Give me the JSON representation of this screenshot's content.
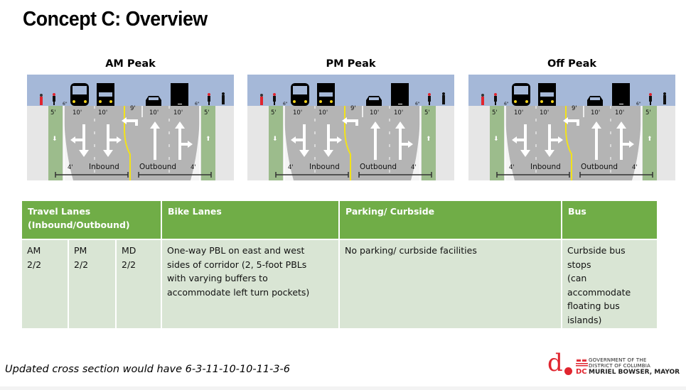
{
  "title": "Concept C: Overview",
  "panels": [
    {
      "label": "AM Peak",
      "dims": {
        "bike": "5'",
        "lane1": "10'",
        "lane2": "10'",
        "turn": "9'",
        "lane3": "10'",
        "lane4": "10'",
        "bike2": "5'",
        "buffer_left": "6\"",
        "buffer_right": "6\"",
        "buffer4_left": "4'",
        "buffer4_right": "4'"
      },
      "dir_inbound": "Inbound",
      "dir_outbound": "Outbound"
    },
    {
      "label": "PM Peak",
      "dims": {
        "bike": "5'",
        "lane1": "10'",
        "lane2": "10'",
        "turn": "9'",
        "lane3": "10'",
        "lane4": "10'",
        "bike2": "5'",
        "buffer_left": "6\"",
        "buffer_right": "6\"",
        "buffer4_left": "4'",
        "buffer4_right": "4'"
      },
      "dir_inbound": "Inbound",
      "dir_outbound": "Outbound"
    },
    {
      "label": "Off Peak",
      "dims": {
        "bike": "5'",
        "lane1": "10'",
        "lane2": "10'",
        "turn": "9'",
        "lane3": "10'",
        "lane4": "10'",
        "bike2": "5'",
        "buffer_left": "6\"",
        "buffer_right": "6\"",
        "buffer4_left": "4'",
        "buffer4_right": "4'"
      },
      "dir_inbound": "Inbound",
      "dir_outbound": "Outbound"
    }
  ],
  "table": {
    "headers": {
      "travel_lanes_1": "Travel Lanes",
      "travel_lanes_2": "(Inbound/Outbound)",
      "bike_lanes": "Bike Lanes",
      "parking": "Parking/ Curbside",
      "bus": "Bus"
    },
    "travel": [
      {
        "period": "AM",
        "value": "2/2"
      },
      {
        "period": "PM",
        "value": "2/2"
      },
      {
        "period": "MD",
        "value": "2/2"
      }
    ],
    "bike_lanes": [
      "One-way PBL on east and west",
      "sides of corridor (2, 5-foot PBLs",
      "with varying buffers to",
      "accommodate left turn pockets)"
    ],
    "parking": "No parking/ curbside facilities",
    "bus": [
      "Curbside bus",
      "stops",
      "(can",
      "accommodate",
      "floating bus",
      "islands)"
    ]
  },
  "footnote": "Updated cross section would have 6-3-11-10-10-11-3-6",
  "logo": {
    "mark": "d",
    "line1": "GOVERNMENT OF THE",
    "line2": "DISTRICT OF COLUMBIA",
    "line3": "MURIEL BOWSER, MAYOR"
  },
  "colors": {
    "header_green": "#70ad47",
    "cell_green": "#d9e5d4",
    "sky": "#a5b8d8",
    "road": "#b4b4b4",
    "bike_lane": "#9cbc8c",
    "center_line": "#f2e21a",
    "logo_red": "#e0252f"
  }
}
